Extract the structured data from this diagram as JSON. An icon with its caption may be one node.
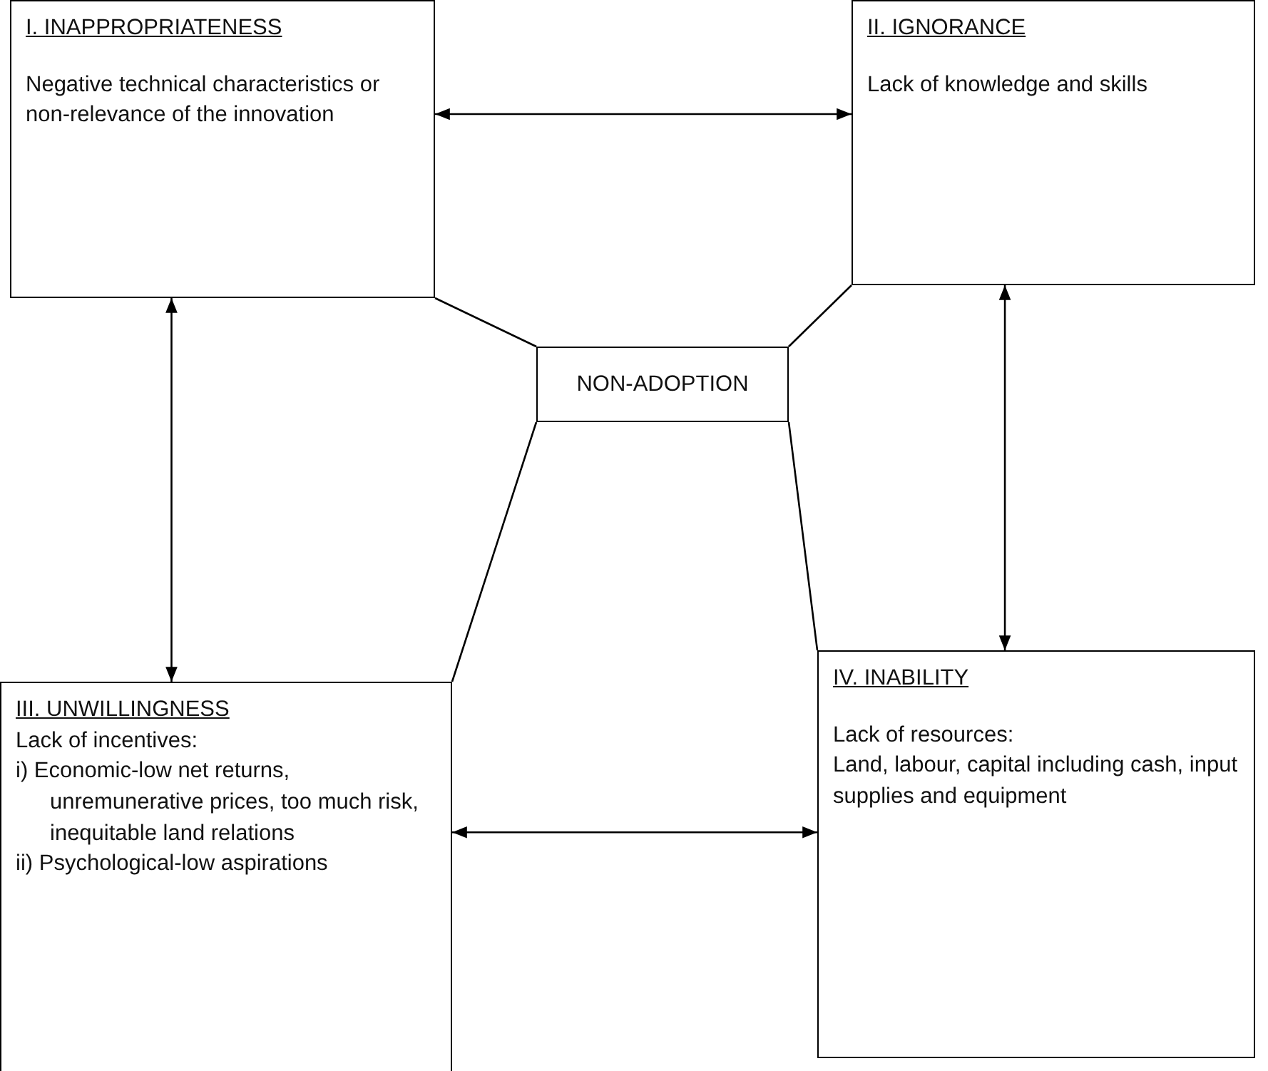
{
  "diagram": {
    "nodes": [
      {
        "text": [
          "I. INAPPROPRIATENESS",
          "Negative technical characteristics or non-relevance of the innovation"
        ]
      },
      {
        "text": [
          "II. IGNORANCE",
          "Lack of knowledge and skills"
        ]
      },
      {
        "text": [
          "NON-ADOPTION"
        ]
      },
      {
        "text": [
          "III. UNWILLINGNESS",
          "Lack of incentives:",
          "i) Economic-low net returns, unremunerative prices, too much risk, inequitable land relations",
          "ii) Psychological-low aspirations"
        ]
      },
      {
        "text": [
          "IV. INABILITY",
          "Lack of resources:",
          "Land, labour, capital including cash, input supplies and equipment"
        ]
      }
    ],
    "edges": [
      {
        "from": 0,
        "to": 1,
        "arrow": "both"
      },
      {
        "from": 0,
        "to": 3,
        "arrow": "both"
      },
      {
        "from": 1,
        "to": 4,
        "arrow": "both"
      },
      {
        "from": 3,
        "to": 4,
        "arrow": "both"
      },
      {
        "from": 0,
        "to": 2,
        "arrow": "none"
      },
      {
        "from": 1,
        "to": 2,
        "arrow": "none"
      },
      {
        "from": 2,
        "to": 3,
        "arrow": "none"
      },
      {
        "from": 2,
        "to": 4,
        "arrow": "none"
      }
    ]
  }
}
